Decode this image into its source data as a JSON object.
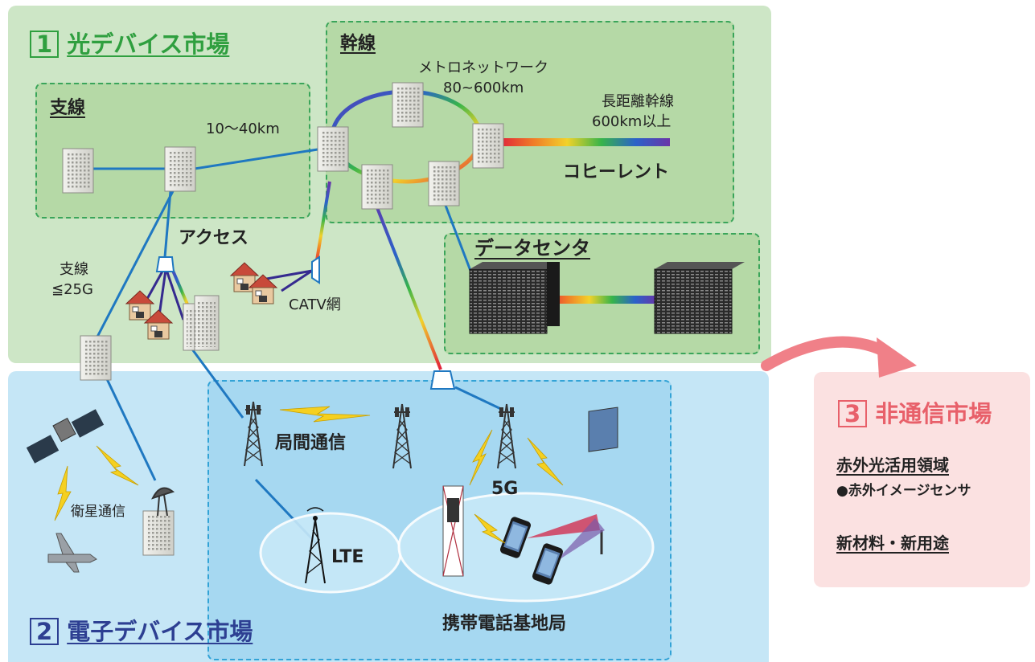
{
  "colors": {
    "optical_bg": "#cde6c6",
    "sub_bg": "#b5d9a6",
    "electronic_bg": "#c5e6f6",
    "mobile_bg": "#a6d8f1",
    "nontelecom_bg": "#fbe1e1",
    "optical_title": "#2f9f3f",
    "electronic_title": "#2d3f92",
    "nontelecom_title": "#e8606a",
    "fiber": "#1f78c1",
    "arrow": "#f08088"
  },
  "optical": {
    "number": "1",
    "title": "光デバイス市場",
    "branch": {
      "title": "支線",
      "distance": "10〜40km"
    },
    "trunk": {
      "title": "幹線",
      "metro_line1": "メトロネットワーク",
      "metro_line2": "80~600km",
      "long_line1": "長距離幹線",
      "long_line2": "600km以上",
      "coherent": "コヒーレント"
    },
    "access": "アクセス",
    "branch_speed_line1": "支線",
    "branch_speed_line2": "≦25G",
    "catv": "CATV網",
    "datacenter": "データセンタ"
  },
  "electronic": {
    "number": "2",
    "title": "電子デバイス市場",
    "inter_station": "局間通信",
    "satellite": "衛星通信",
    "lte": "LTE",
    "fiveg": "5G",
    "base_station": "携帯電話基地局"
  },
  "nontelecom": {
    "number": "3",
    "title": "非通信市場",
    "infrared_heading": "赤外光活用領域",
    "infrared_item": "●赤外イメージセンサ",
    "new_materials": "新材料・新用途"
  }
}
